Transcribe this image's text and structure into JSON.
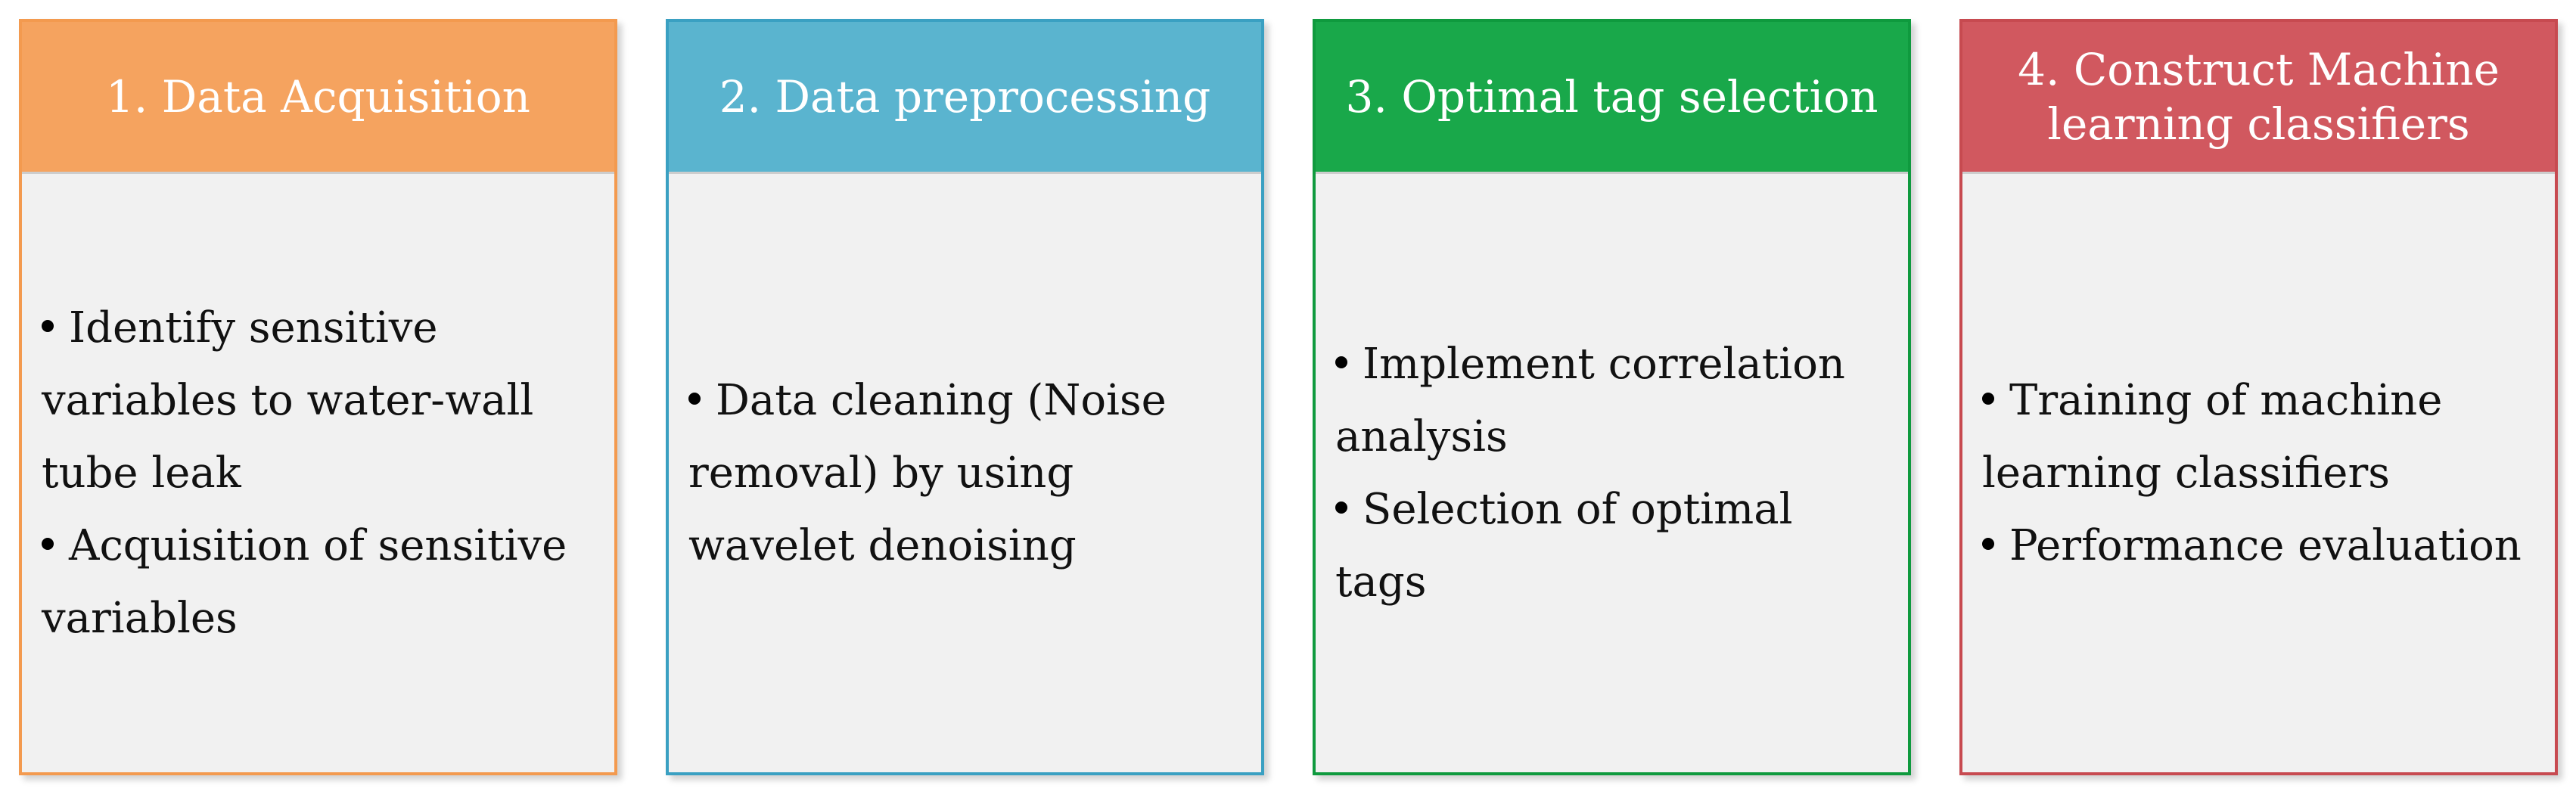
{
  "colors": {
    "step1_header": "#f5a35f",
    "step1_border": "#f39a4f",
    "step2_header": "#5ab4cf",
    "step2_border": "#3aa0c2",
    "step3_header": "#19a84a",
    "step3_border": "#0f9a3e",
    "step4_header": "#d1585f",
    "step4_border": "#c74a50",
    "card_body": "#f1f1f1"
  },
  "steps": [
    {
      "title": "1. Data Acquisition",
      "items": [
        "Identify sensitive variables to water-wall tube leak",
        "Acquisition of sensitive variables"
      ]
    },
    {
      "title": "2. Data preprocessing",
      "items": [
        "Data cleaning (Noise removal) by using wavelet denoising"
      ]
    },
    {
      "title": "3. Optimal tag selection",
      "items": [
        "Implement correlation analysis",
        "Selection of optimal tags"
      ]
    },
    {
      "title": "4. Construct Machine learning classifiers",
      "items": [
        "Training of machine learning classifiers",
        "Performance evaluation"
      ]
    }
  ]
}
